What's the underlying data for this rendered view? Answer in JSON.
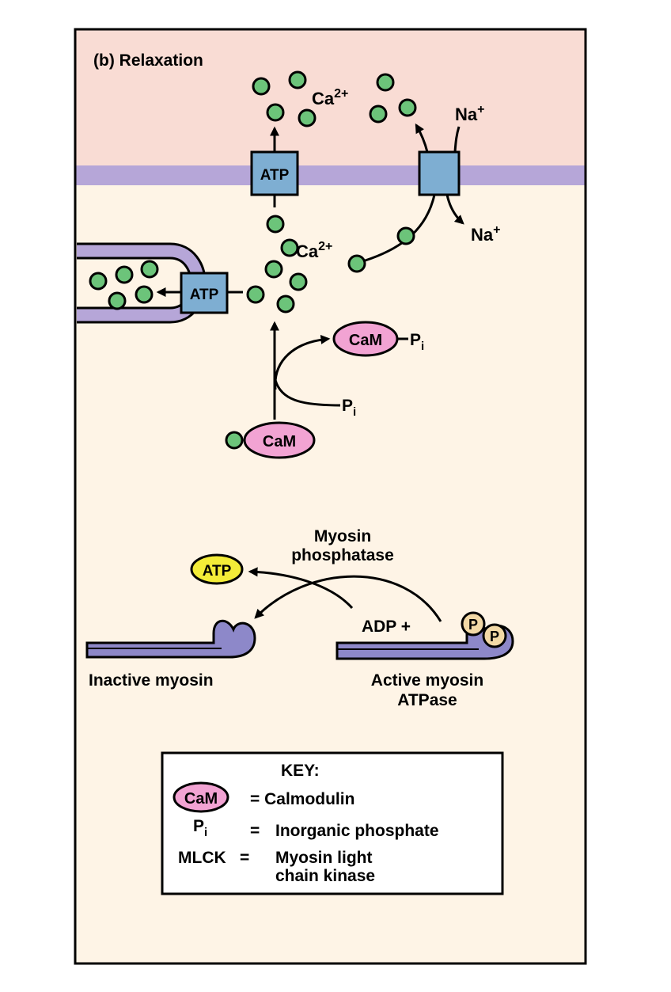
{
  "title": "(b) Relaxation",
  "labels": {
    "ca_top": "Ca",
    "ca_top_sup": "2+",
    "ca_mid": "Ca",
    "ca_mid_sup": "2+",
    "na_top": "Na",
    "na_top_sup": "+",
    "na_bottom": "Na",
    "na_bottom_sup": "+",
    "atp_membrane": "ATP",
    "atp_sr": "ATP",
    "cam_pi": "CaM",
    "pi_attached": "P",
    "pi_attached_sub": "i",
    "pi_free": "P",
    "pi_free_sub": "i",
    "cam_bound": "CaM",
    "myosin_phosphatase_l1": "Myosin",
    "myosin_phosphatase_l2": "phosphatase",
    "atp_product": "ATP",
    "adp_plus": "ADP +",
    "p1": "P",
    "p2": "P",
    "inactive_myosin": "Inactive myosin",
    "active_myosin_l1": "Active myosin",
    "active_myosin_l2": "ATPase"
  },
  "key": {
    "title": "KEY:",
    "cam_symbol": "CaM",
    "cam_def": "= Calmodulin",
    "pi_symbol": "P",
    "pi_symbol_sub": "i",
    "pi_eq": "=",
    "pi_def": "Inorganic phosphate",
    "mlck_symbol": "MLCK",
    "mlck_eq": "=",
    "mlck_def_l1": "Myosin light",
    "mlck_def_l2": "chain kinase"
  },
  "colors": {
    "extracellular": "#f9dcd4",
    "cytoplasm": "#fef4e6",
    "membrane": "#b6a6d8",
    "transporter": "#7eaed2",
    "calcium": "#6cc47a",
    "calmodulin": "#f2a3d3",
    "atp_yellow": "#f3ec38",
    "phosphate": "#f2d9a6",
    "myosin": "#8d88c9"
  }
}
